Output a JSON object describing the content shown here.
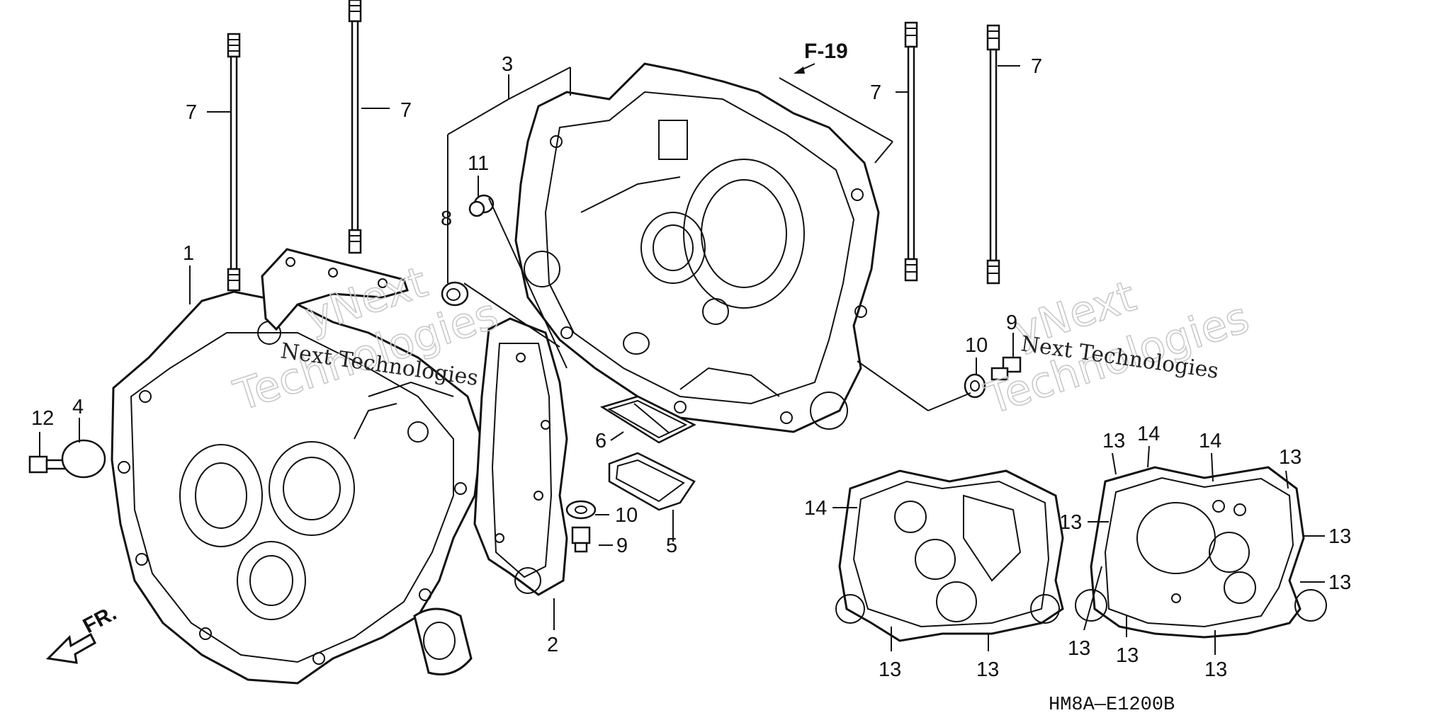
{
  "diagram": {
    "section_ref": "F-19",
    "direction_label": "FR.",
    "drawing_code": "HM8A—E1200B",
    "watermark": {
      "brand_partial": "yNext",
      "brand_full": "Next Technologies",
      "brand_word": "Technologies"
    },
    "callouts": {
      "c1": "1",
      "c2": "2",
      "c3": "3",
      "c4": "4",
      "c5": "5",
      "c6": "6",
      "c7": "7",
      "c8": "8",
      "c9": "9",
      "c10": "10",
      "c11": "11",
      "c12": "12",
      "c13": "13",
      "c14": "14"
    }
  }
}
